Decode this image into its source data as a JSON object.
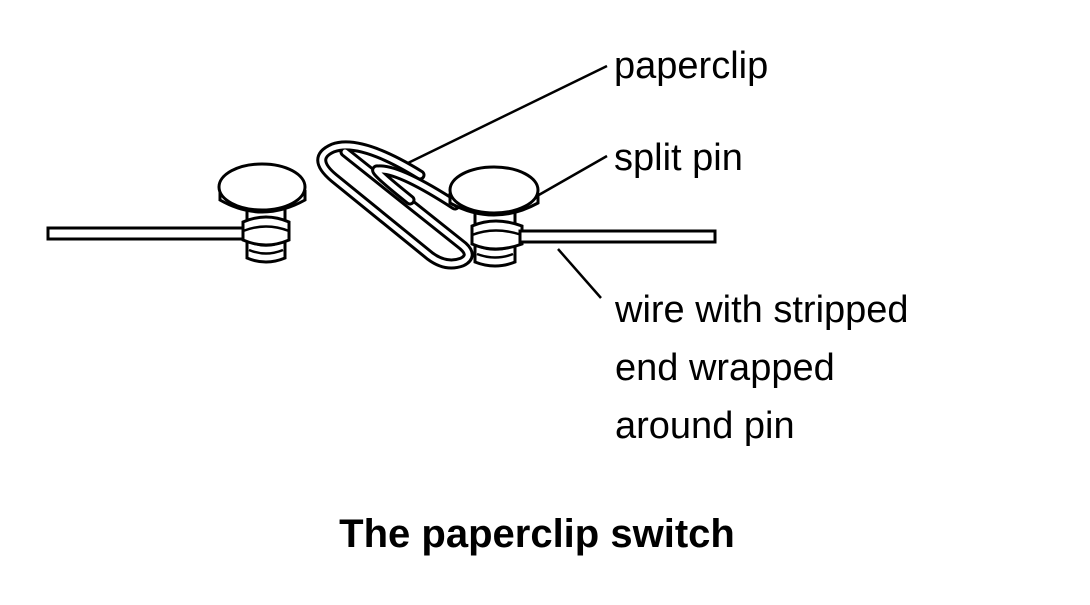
{
  "labels": {
    "paperclip": "paperclip",
    "split_pin": "split pin",
    "wire": [
      "wire with stripped",
      "end wrapped",
      "around pin"
    ]
  },
  "caption": "The paperclip switch",
  "colors": {
    "line": "#000000",
    "fill": "#ffffff"
  }
}
